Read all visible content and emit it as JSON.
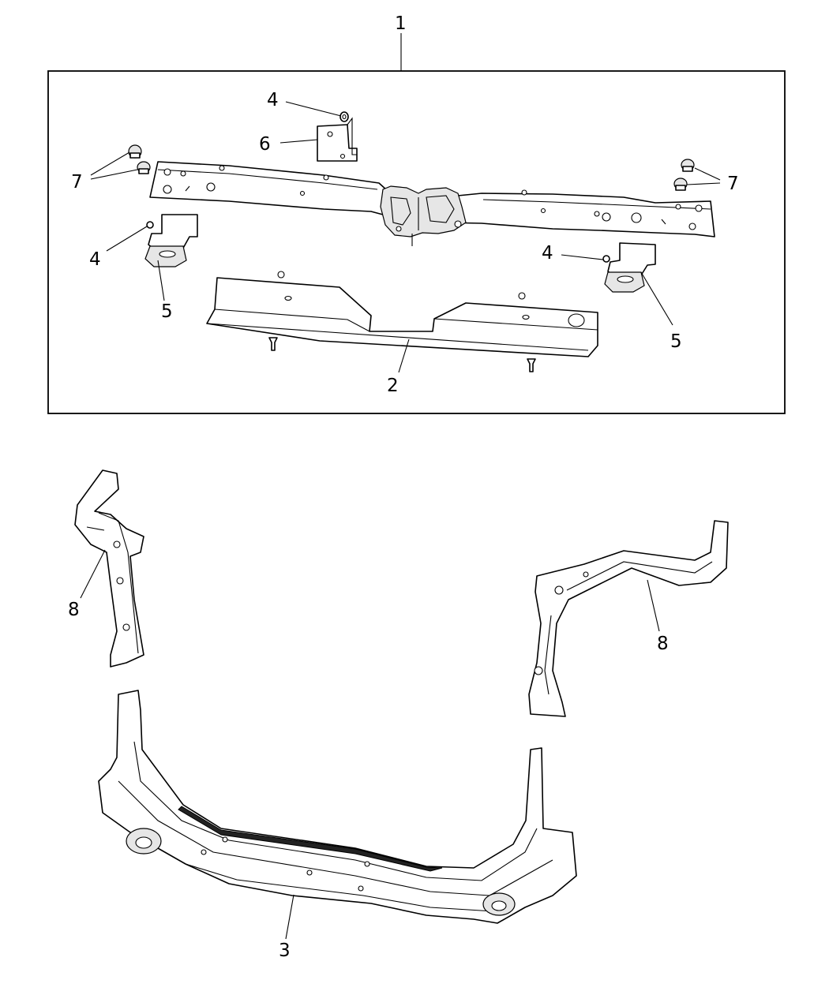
{
  "callouts": {
    "assembly": "1",
    "shield": "2",
    "crossmember": "3",
    "fastener_top": "4",
    "fastener_left": "4",
    "fastener_right": "4",
    "bracket_left": "5",
    "bracket_right": "5",
    "latch_bracket": "6",
    "bumper_left": "7",
    "bumper_right": "7",
    "support_left": "8",
    "support_right": "8"
  }
}
